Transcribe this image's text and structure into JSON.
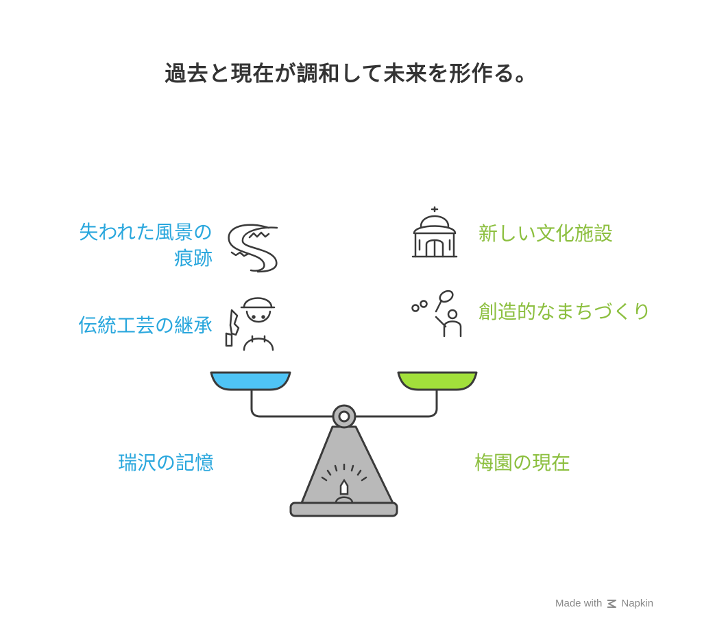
{
  "title": "過去と現在が調和して未来を形作る。",
  "left": {
    "items": [
      {
        "label": "失われた風景の\n痕跡",
        "icon": "river-landscape-icon"
      },
      {
        "label": "伝統工芸の継承",
        "icon": "craftsman-icon"
      }
    ],
    "side_label": "瑞沢の記憶",
    "color": "#2aa7dd"
  },
  "right": {
    "items": [
      {
        "label": "新しい文化施設",
        "icon": "cultural-building-icon"
      },
      {
        "label": "創造的なまちづくり",
        "icon": "creative-person-icon"
      }
    ],
    "side_label": "梅園の現在",
    "color": "#8cbf3f"
  },
  "footer": {
    "made_with": "Made with",
    "brand": "Napkin"
  }
}
